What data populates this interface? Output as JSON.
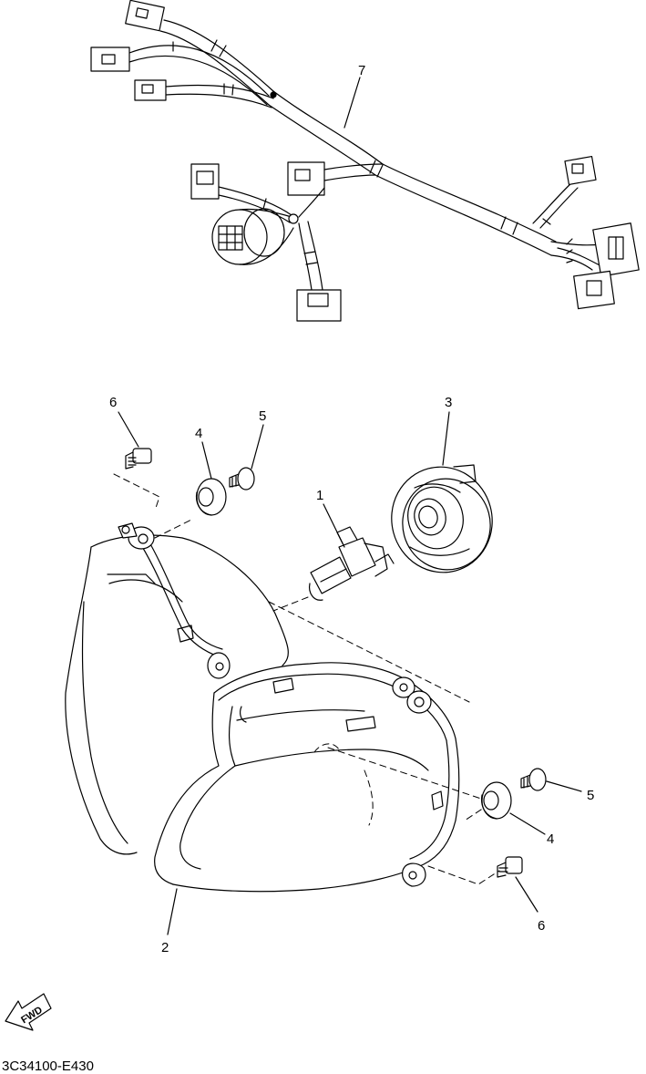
{
  "diagram": {
    "callouts": [
      {
        "id": "part-1",
        "label": "1"
      },
      {
        "id": "part-2",
        "label": "2"
      },
      {
        "id": "part-3",
        "label": "3"
      },
      {
        "id": "part-4-upper",
        "label": "4"
      },
      {
        "id": "part-4-lower",
        "label": "4"
      },
      {
        "id": "part-5-upper",
        "label": "5"
      },
      {
        "id": "part-5-lower",
        "label": "5"
      },
      {
        "id": "part-6-upper",
        "label": "6"
      },
      {
        "id": "part-6-lower",
        "label": "6"
      },
      {
        "id": "part-7",
        "label": "7"
      }
    ],
    "direction_marker": "FWD",
    "figure_code": "3C34100-E430"
  }
}
